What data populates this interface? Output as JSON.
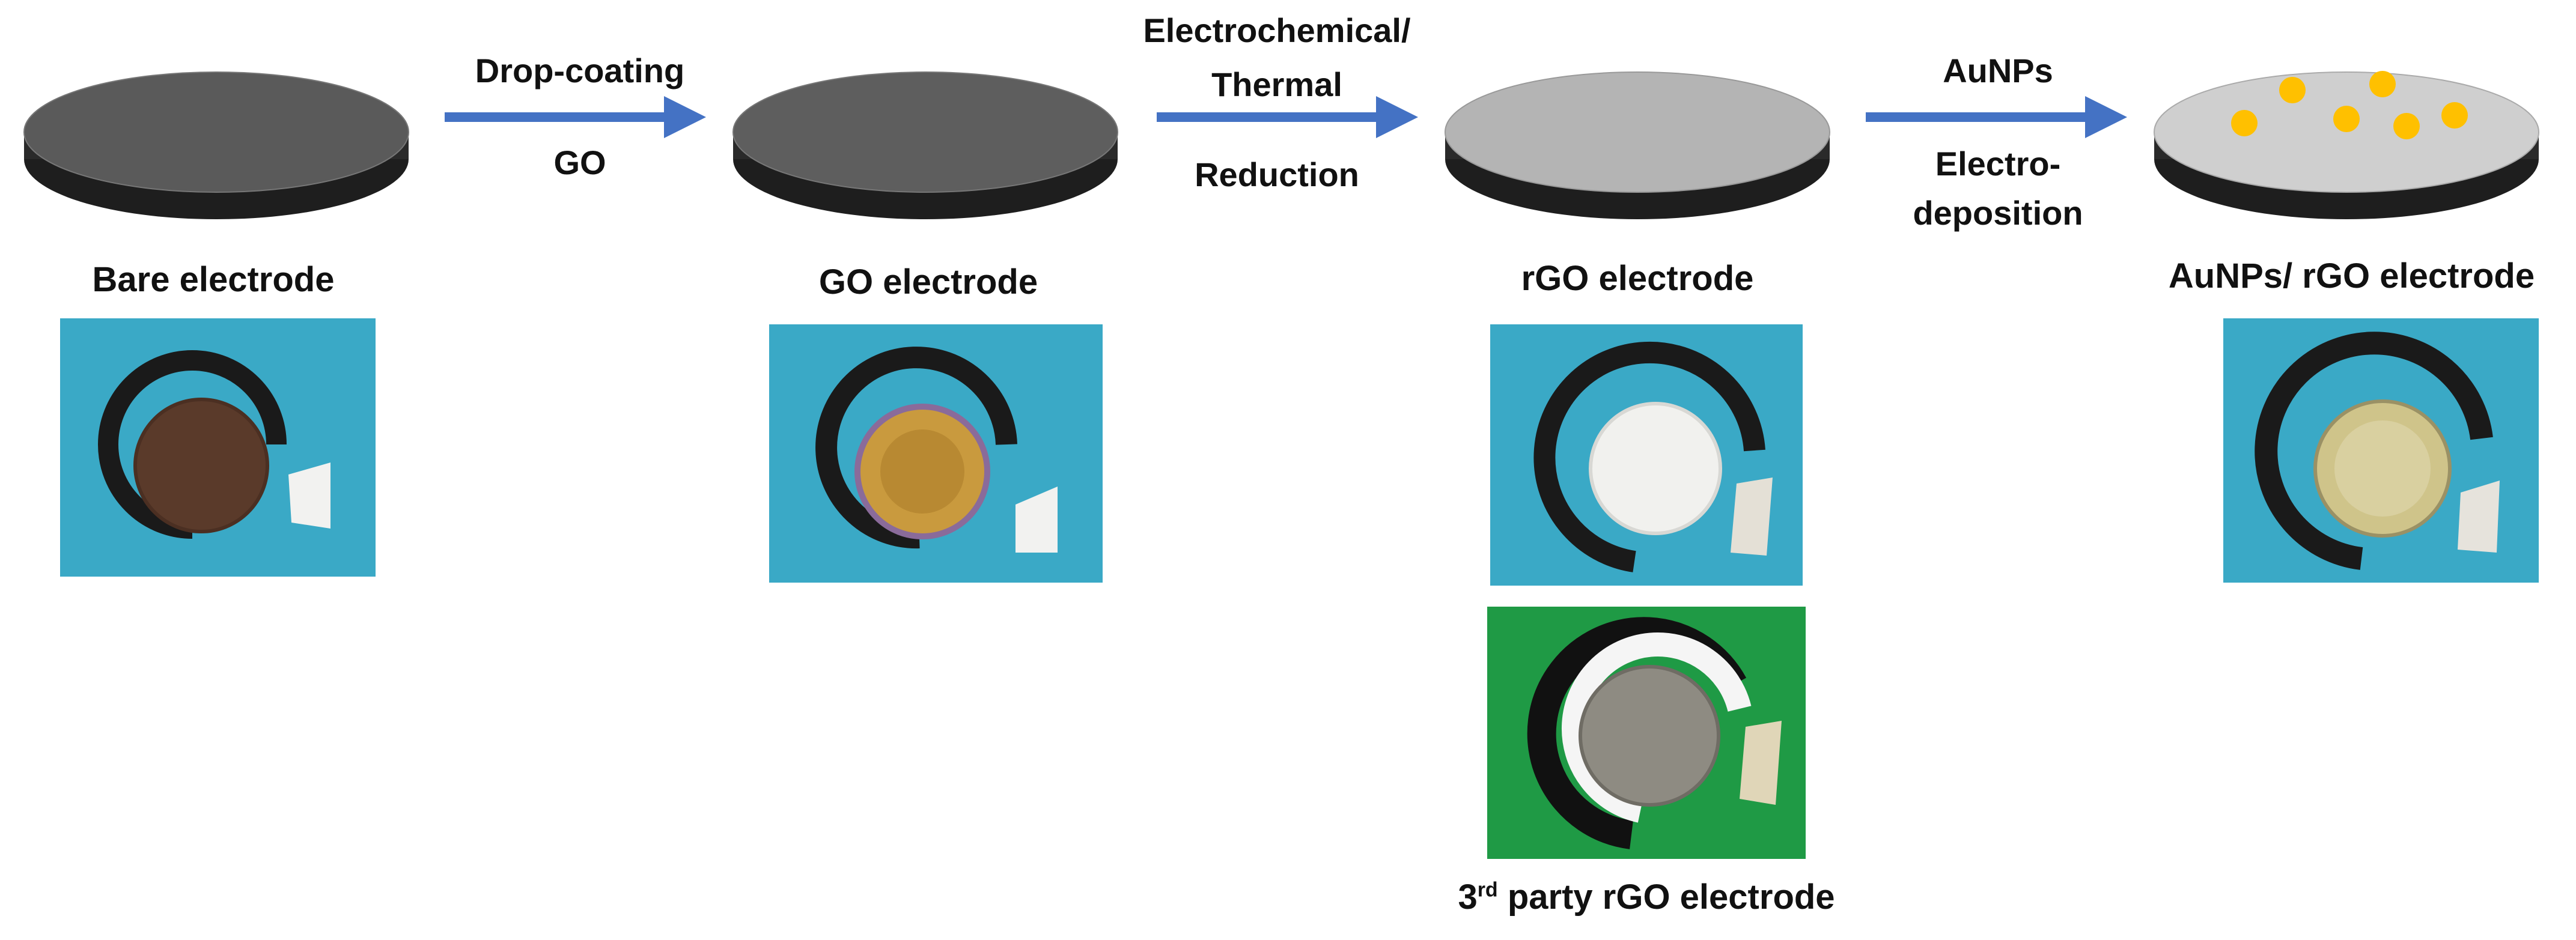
{
  "stages": {
    "bare": {
      "label": "Bare electrode"
    },
    "go": {
      "label": "GO electrode"
    },
    "rgo": {
      "label": "rGO electrode"
    },
    "aunps": {
      "label": "AuNPs/ rGO electrode"
    },
    "third_party": {
      "prefix": "3",
      "superscript": "rd",
      "suffix": " party rGO electrode"
    }
  },
  "steps": {
    "step1": {
      "line1": "Drop-coating",
      "line2": "GO"
    },
    "step2": {
      "line1": "Electrochemical/",
      "line2": "Thermal",
      "line3": "Reduction"
    },
    "step3": {
      "line1": "AuNPs",
      "line2": "Electro-",
      "line3": "deposition"
    }
  },
  "colors": {
    "arrow": "#4472c4",
    "bare_disc": "#5a5a5a",
    "go_disc": "#5e5e5e",
    "rgo_disc": "#b4b4b4",
    "aunps_disc": "#cfcfcf",
    "gold_particle": "#ffc000",
    "substrate_blue": "#3aa9c6",
    "substrate_green": "#1f9a45"
  }
}
